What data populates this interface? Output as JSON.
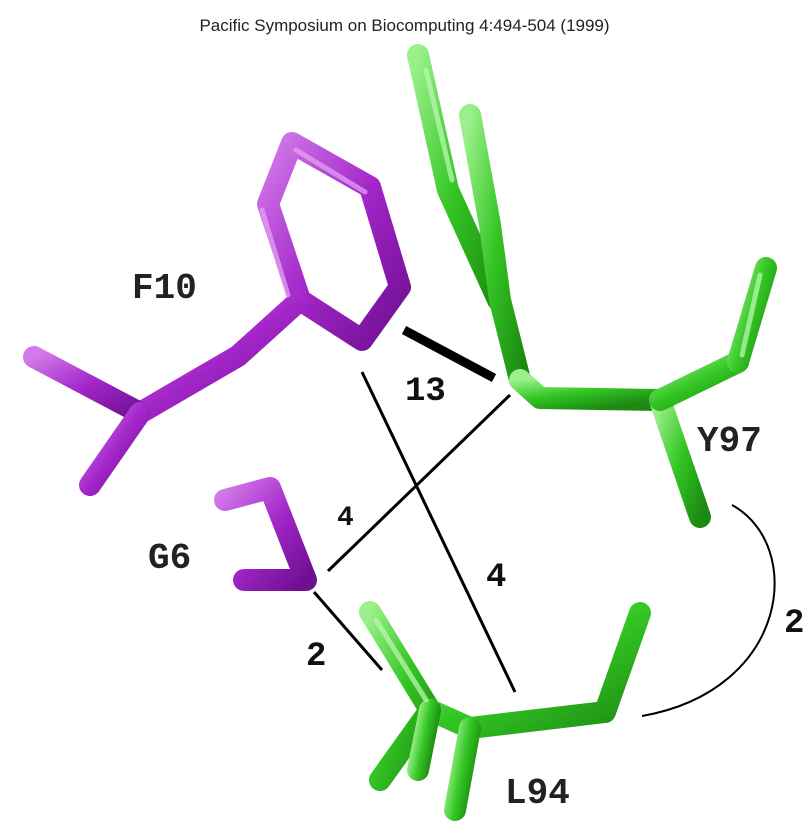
{
  "header": {
    "citation": "Pacific Symposium on Biocomputing 4:494-504 (1999)"
  },
  "colors": {
    "purple": "#9a1fc0",
    "purple_light": "#d07ae8",
    "green": "#2fbe1e",
    "green_light": "#8fee7c",
    "line": "#000000"
  },
  "residues": {
    "f10": "F10",
    "g6": "G6",
    "y97": "Y97",
    "l94": "L94"
  },
  "contacts": {
    "f10_y97": "13",
    "g6_y97": "4",
    "f10_l94": "4",
    "g6_l94": "2",
    "y97_l94": "2"
  }
}
